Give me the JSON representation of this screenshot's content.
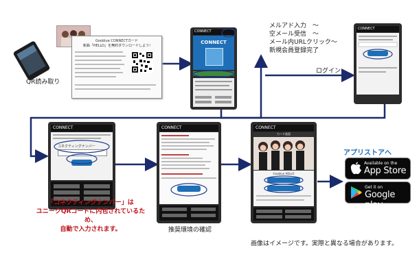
{
  "steps": {
    "qr_label": "QR読み取り",
    "mail_lines": [
      "メルアド入力　〜",
      "空メール受信　〜",
      "メール内URLクリック〜",
      "新規会員登録完了"
    ],
    "login_label": "ログイン",
    "env_label": "推奨環境の確認",
    "connecting_note": [
      "「コネクティングナンバー」は",
      "ユニークQRコードに内包されているため、",
      "自動で入力されます。"
    ],
    "appstore_heading": "アプリストアへ",
    "disclaimer": "画像はイメージです。実際と異なる場合があります。"
  },
  "card": {
    "title": "Gooblue CONNECTカード",
    "subtitle": "新曲「HELLO」を無料ダウンロードしよう!"
  },
  "phone": {
    "brand": "CONNECT",
    "screen2_field": "コネクティングナンバー",
    "screen4_title": "カード画面",
    "screen4_banner": "Gooblue HELLO"
  },
  "badges": {
    "apple_small": "Available on the",
    "apple_big": "App Store",
    "google_small": "Get it on",
    "google_big": "Google play"
  },
  "colors": {
    "arrow": "#1b2a6b",
    "phone_body": "#2c2c2c",
    "accent": "#1e6fb8"
  }
}
